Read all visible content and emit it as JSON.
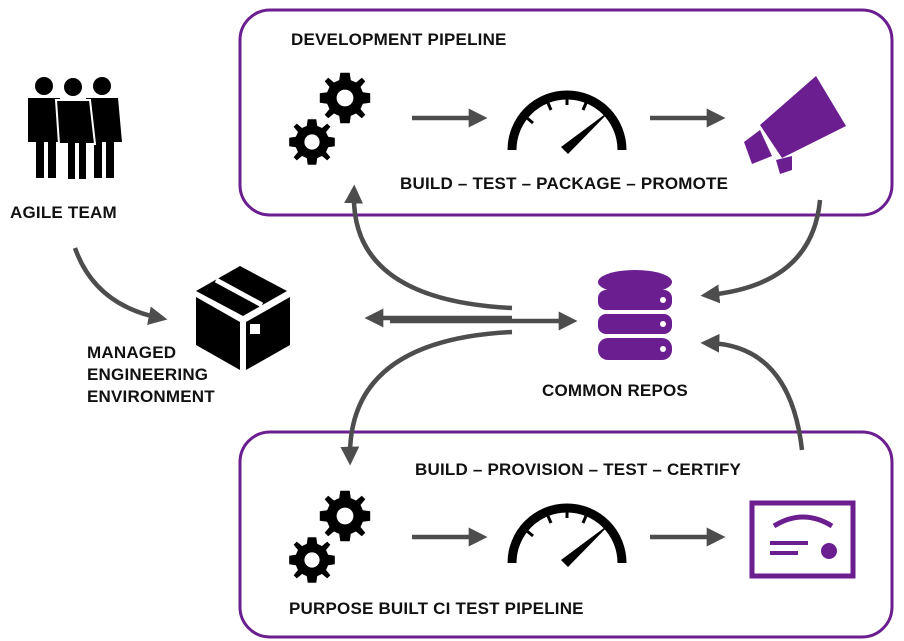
{
  "dev_pipeline": {
    "title": "DEVELOPMENT PIPELINE",
    "steps": "BUILD – TEST – PACKAGE – PROMOTE"
  },
  "ci_pipeline": {
    "title": "PURPOSE BUILT CI TEST PIPELINE",
    "steps": "BUILD – PROVISION – TEST – CERTIFY"
  },
  "agile_team": {
    "label": "AGILE TEAM"
  },
  "environment": {
    "lines": [
      "MANAGED",
      "ENGINEERING",
      "ENVIRONMENT"
    ]
  },
  "repos": {
    "label": "COMMON REPOS"
  },
  "colors": {
    "accent": "#6b1e8f",
    "arrow": "#4d4d4d",
    "ink": "#111111"
  },
  "icons": [
    "people-icon",
    "box-icon",
    "gears-icon",
    "speedometer-icon",
    "megaphone-icon",
    "database-icon",
    "certificate-icon"
  ]
}
